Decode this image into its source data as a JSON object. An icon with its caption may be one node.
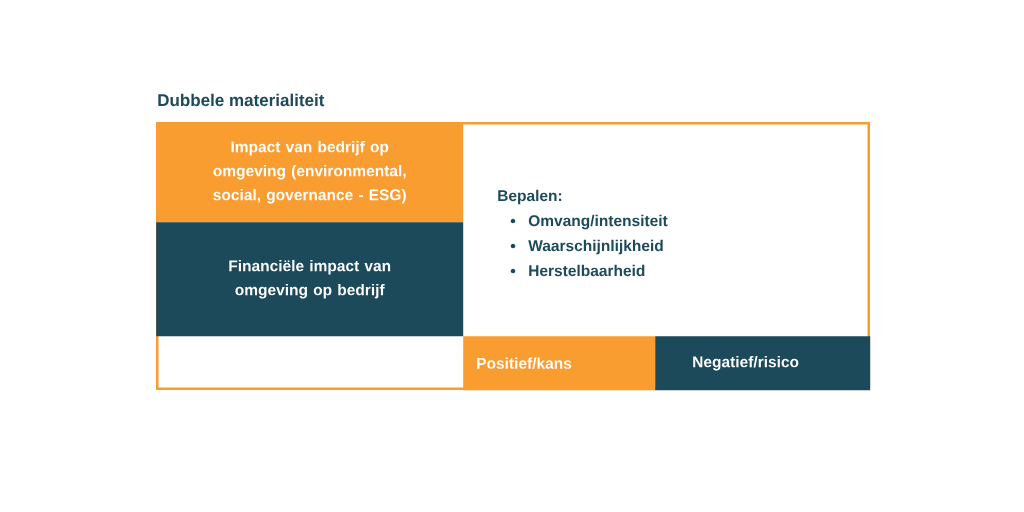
{
  "diagram": {
    "title": "Dubbele materialiteit",
    "nodes": [
      {
        "text": [
          "Impact van bedrijf op omgeving (environmental, social, governance - ESG)"
        ]
      },
      {
        "text": [
          "Financiële impact van omgeving op bedrijf"
        ]
      },
      {
        "text": [
          "Positief/kans"
        ]
      },
      {
        "text": [
          "Negatief/risico"
        ]
      }
    ],
    "labels": [
      "Bepalen:",
      "Omvang/intensiteit",
      "Waarschijnlijkheid",
      "Herstelbaarheid"
    ]
  }
}
